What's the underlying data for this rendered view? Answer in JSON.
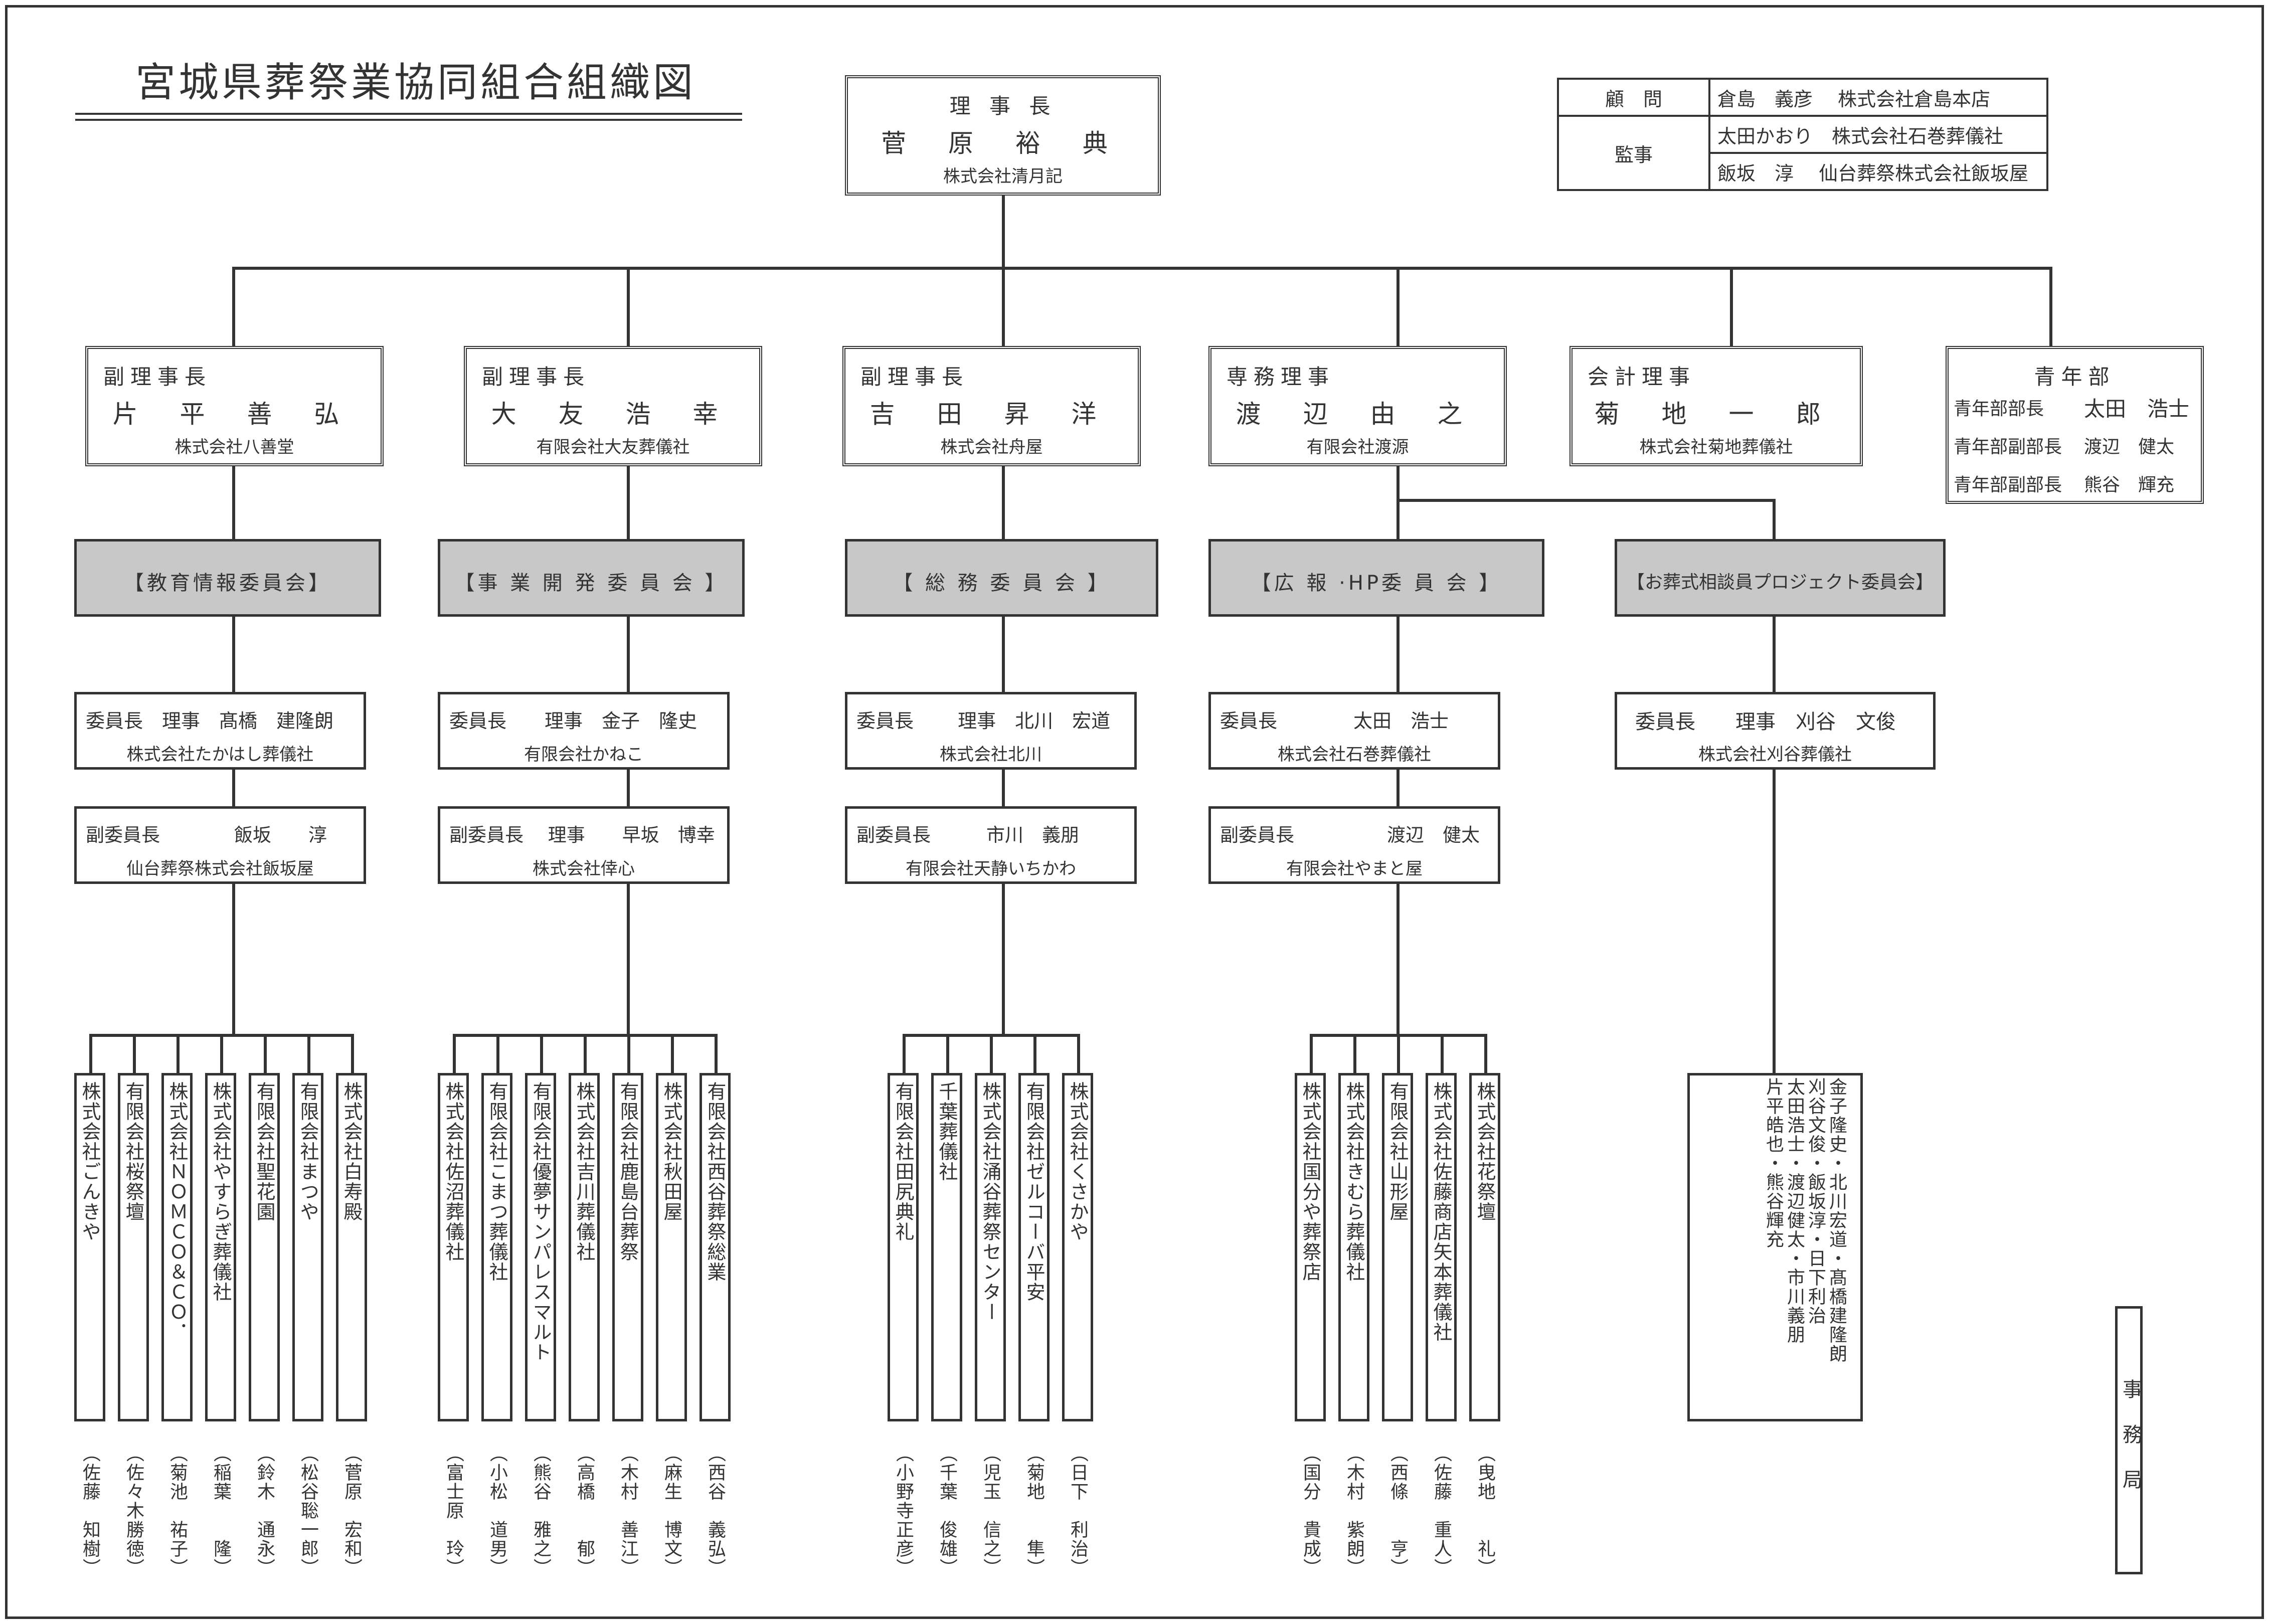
{
  "title": "宮城県葬祭業協同組合組織図",
  "president": {
    "role": "理 事 長",
    "name": "菅 原 裕 典",
    "company": "株式会社清月記"
  },
  "advisors": [
    {
      "role": "顧　問",
      "person": "倉島　義彦　 株式会社倉島本店"
    },
    {
      "role": "監事",
      "person": "太田かおり　株式会社石巻葬儀社"
    },
    {
      "role": "",
      "person": "飯坂　淳　 仙台葬祭株式会社飯坂屋"
    }
  ],
  "officers": [
    {
      "role": "副理事長",
      "name": "片 平 善 弘",
      "company": "株式会社八善堂"
    },
    {
      "role": "副理事長",
      "name": "大 友 浩 幸",
      "company": "有限会社大友葬儀社"
    },
    {
      "role": "副理事長",
      "name": "吉 田 昇 洋",
      "company": "株式会社舟屋"
    },
    {
      "role": "専務理事",
      "name": "渡 辺 由 之",
      "company": "有限会社渡源"
    },
    {
      "role": "会計理事",
      "name": "菊 地 一 郎",
      "company": "株式会社菊地葬儀社"
    }
  ],
  "youth": {
    "title": "青年部",
    "rows": [
      {
        "label": "青年部部長",
        "name": "太田　浩士"
      },
      {
        "label": "青年部副部長",
        "name": "渡辺　健太"
      },
      {
        "label": "青年部副部長",
        "name": "熊谷　輝充"
      }
    ]
  },
  "committees": [
    {
      "name": "【教育情報委員会】",
      "chair": {
        "line": "委員長　理事　髙橋　建隆朗",
        "company": "株式会社たかはし葬儀社"
      },
      "vice": {
        "line": "副委員長　　　　飯坂　　淳",
        "company": "仙台葬祭株式会社飯坂屋"
      },
      "members": [
        {
          "company": "株式会社ごんきや",
          "person": "（佐藤　知樹）"
        },
        {
          "company": "有限会社桜祭壇",
          "person": "（佐々木勝徳）"
        },
        {
          "company": "株式会社ＮＯＭＣＯ＆ＣＯ．",
          "person": "（菊池　祐子）"
        },
        {
          "company": "株式会社やすらぎ葬儀社",
          "person": "（稲葉　　隆）"
        },
        {
          "company": "有限会社聖花園",
          "person": "（鈴木　通永）"
        },
        {
          "company": "有限会社まつや",
          "person": "（松谷聡一郎）"
        },
        {
          "company": "株式会社白寿殿",
          "person": "（菅原　宏和）"
        }
      ]
    },
    {
      "name": "【事 業 開 発 委 員 会 】",
      "chair": {
        "line": "委員長　　理事　金子　隆史",
        "company": "有限会社かねこ"
      },
      "vice": {
        "line": "副委員長　 理事　　早坂　博幸",
        "company": "株式会社倖心"
      },
      "members": [
        {
          "company": "株式会社佐沼葬儀社",
          "person": "（富士原　玲）"
        },
        {
          "company": "有限会社こまつ葬儀社",
          "person": "（小松　道男）"
        },
        {
          "company": "有限会社優夢サンパレスマルト",
          "person": "（熊谷　雅之）"
        },
        {
          "company": "株式会社吉川葬儀社",
          "person": "（高橋　　郁）"
        },
        {
          "company": "有限会社鹿島台葬祭",
          "person": "（木村　善江）"
        },
        {
          "company": "株式会社秋田屋",
          "person": "（麻生　博文）"
        },
        {
          "company": "有限会社西谷葬祭総業",
          "person": "（西谷　義弘）"
        }
      ]
    },
    {
      "name": "【 総 務 委 員 会 】",
      "chair": {
        "line": "委員長　　 理事　北川　宏道",
        "company": "株式会社北川"
      },
      "vice": {
        "line": "副委員長　　　市川　義朋",
        "company": "有限会社天静いちかわ"
      },
      "members": [
        {
          "company": "有限会社田尻典礼",
          "person": "（小野寺正彦）"
        },
        {
          "company": "千葉葬儀社",
          "person": "（千葉　俊雄）"
        },
        {
          "company": "株式会社涌谷葬祭センター",
          "person": "（児玉　信之）"
        },
        {
          "company": "有限会社ゼルコーバ平安",
          "person": "（菊地　　隼）"
        },
        {
          "company": "株式会社くさかや",
          "person": "（日下　利治）"
        }
      ]
    },
    {
      "name": "【広 報 ·HP委 員 会 】",
      "chair": {
        "line": "委員長　　　　太田　浩士",
        "company": "株式会社石巻葬儀社"
      },
      "vice": {
        "line": "副委員長　　　　　渡辺　健太",
        "company": "有限会社やまと屋"
      },
      "members": [
        {
          "company": "株式会社国分や葬祭店",
          "person": "（国分　貴成）"
        },
        {
          "company": "株式会社きむら葬儀社",
          "person": "（木村　紫朗）"
        },
        {
          "company": "有限会社山形屋",
          "person": "（西條　　亨）"
        },
        {
          "company": "株式会社佐藤商店矢本葬儀社",
          "person": "（佐藤　重人）"
        },
        {
          "company": "株式会社花祭壇",
          "person": "（曳地　　礼）"
        }
      ]
    },
    {
      "name": "【お葬式相談員プロジェクト委員会】",
      "chair": {
        "line": "委員長　　理事　刈谷　文俊",
        "company": "株式会社刈谷葬儀社"
      },
      "members_text": [
        "金子隆史・北川宏道・髙橋建隆朗",
        "刈谷文俊・飯坂淳・日下利治",
        "太田浩士・渡辺健太・市川義朋",
        "片平皓也・熊谷輝充"
      ]
    }
  ],
  "office": "事 務 局"
}
